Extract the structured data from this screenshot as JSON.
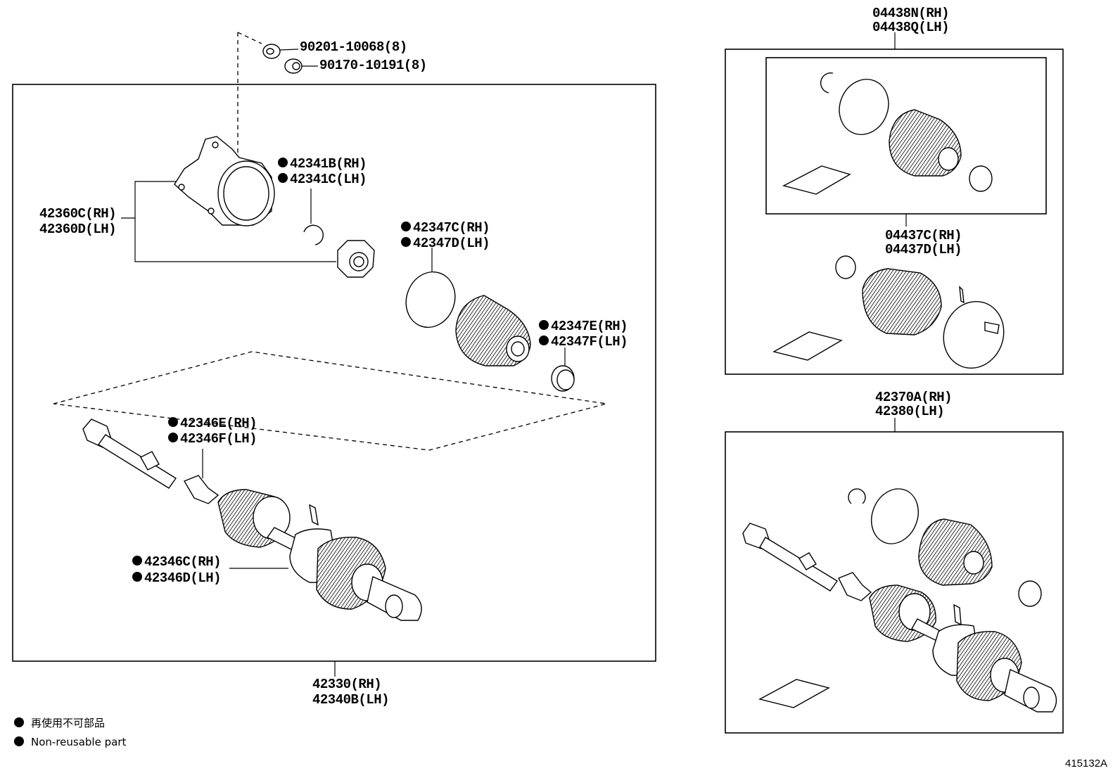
{
  "labels": {
    "p_90201": "90201-10068(8)",
    "p_90170": "90170-10191(8)",
    "p_42341b": "42341B(RH)",
    "p_42341c": "42341C(LH)",
    "p_42360c": "42360C(RH)",
    "p_42360d": "42360D(LH)",
    "p_42347c": "42347C(RH)",
    "p_42347d": "42347D(LH)",
    "p_42347e": "42347E(RH)",
    "p_42347f": "42347F(LH)",
    "p_42346e": "42346E(RH)",
    "p_42346f": "42346F(LH)",
    "p_42346c": "42346C(RH)",
    "p_42346d": "42346D(LH)",
    "p_42330": "42330(RH)",
    "p_42340b": "42340B(LH)",
    "p_04438n": "04438N(RH)",
    "p_04438q": "04438Q(LH)",
    "p_04437c": "04437C(RH)",
    "p_04437d": "04437D(LH)",
    "p_42370a": "42370A(RH)",
    "p_42380": "42380(LH)"
  },
  "legend": {
    "jp": "再使用不可部品",
    "en": "Non-reusable part"
  },
  "figure_ref": "415132A",
  "colors": {
    "ink": "#000000",
    "paper": "#ffffff"
  }
}
